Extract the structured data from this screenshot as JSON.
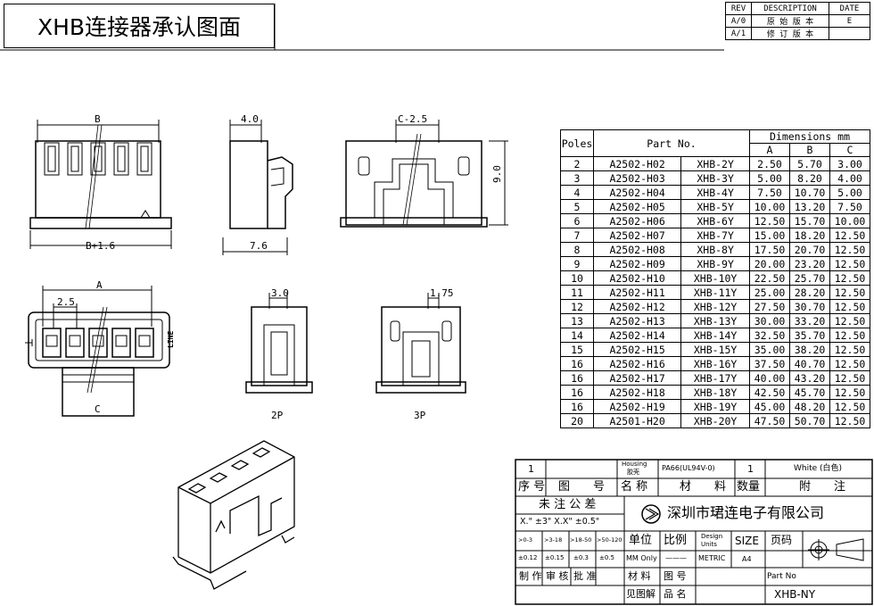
{
  "title": "XHB连接器承认图面",
  "revision": {
    "headers": [
      "REV",
      "DESCRIPTION",
      "DATE"
    ],
    "rows": [
      {
        "rev": "A/0",
        "desc": "原 始 版 本",
        "date": "E"
      },
      {
        "rev": "A/1",
        "desc": "修 订 版 本",
        "date": ""
      }
    ]
  },
  "views": {
    "front_top": "B",
    "front_bottom": "B+1.6",
    "side_top": "4.0",
    "side_bottom": "7.6",
    "end_top": "C-2.5",
    "end_right": "9.0",
    "plan_top": "A",
    "plan_pitch": "2.5",
    "plan_bottom": "C",
    "p2_dim": "3.0",
    "p2_label": "2P",
    "p3_dim": "1.75",
    "p3_label": "3P",
    "pin_mark": "LINE"
  },
  "dimensions": {
    "header_poles": "Poles",
    "header_part": "Part No.",
    "header_dims": "Dimensions mm",
    "cols": [
      "A",
      "B",
      "C"
    ],
    "rows": [
      [
        "2",
        "A2502-H02",
        "XHB-2Y",
        "2.50",
        "5.70",
        "3.00"
      ],
      [
        "3",
        "A2502-H03",
        "XHB-3Y",
        "5.00",
        "8.20",
        "4.00"
      ],
      [
        "4",
        "A2502-H04",
        "XHB-4Y",
        "7.50",
        "10.70",
        "5.00"
      ],
      [
        "5",
        "A2502-H05",
        "XHB-5Y",
        "10.00",
        "13.20",
        "7.50"
      ],
      [
        "6",
        "A2502-H06",
        "XHB-6Y",
        "12.50",
        "15.70",
        "10.00"
      ],
      [
        "7",
        "A2502-H07",
        "XHB-7Y",
        "15.00",
        "18.20",
        "12.50"
      ],
      [
        "8",
        "A2502-H08",
        "XHB-8Y",
        "17.50",
        "20.70",
        "12.50"
      ],
      [
        "9",
        "A2502-H09",
        "XHB-9Y",
        "20.00",
        "23.20",
        "12.50"
      ],
      [
        "10",
        "A2502-H10",
        "XHB-10Y",
        "22.50",
        "25.70",
        "12.50"
      ],
      [
        "11",
        "A2502-H11",
        "XHB-11Y",
        "25.00",
        "28.20",
        "12.50"
      ],
      [
        "12",
        "A2502-H12",
        "XHB-12Y",
        "27.50",
        "30.70",
        "12.50"
      ],
      [
        "13",
        "A2502-H13",
        "XHB-13Y",
        "30.00",
        "33.20",
        "12.50"
      ],
      [
        "14",
        "A2502-H14",
        "XHB-14Y",
        "32.50",
        "35.70",
        "12.50"
      ],
      [
        "15",
        "A2502-H15",
        "XHB-15Y",
        "35.00",
        "38.20",
        "12.50"
      ],
      [
        "16",
        "A2502-H16",
        "XHB-16Y",
        "37.50",
        "40.70",
        "12.50"
      ],
      [
        "16",
        "A2502-H17",
        "XHB-17Y",
        "40.00",
        "43.20",
        "12.50"
      ],
      [
        "16",
        "A2502-H18",
        "XHB-18Y",
        "42.50",
        "45.70",
        "12.50"
      ],
      [
        "16",
        "A2502-H19",
        "XHB-19Y",
        "45.00",
        "48.20",
        "12.50"
      ],
      [
        "20",
        "A2501-H20",
        "XHB-20Y",
        "47.50",
        "50.70",
        "12.50"
      ]
    ]
  },
  "title_block": {
    "item_no": "1",
    "housing_en": "Housing",
    "housing_cn": "胶壳",
    "material": "PA66(UL94V-0)",
    "qty": "1",
    "color": "White (白色)",
    "h_seq": "序 号",
    "h_drawing": "图　　号",
    "h_name": "名 称",
    "h_material": "材　　料",
    "h_qty": "数量",
    "h_note": "附　　注",
    "tol_title": "未 注 公 差",
    "tol_values": "X.\" ±3\" X.X\" ±0.5\"",
    "company": "深圳市珺连电子有限公司",
    "ranges": [
      ">0-3",
      ">3-18",
      ">18-50",
      ">50-120"
    ],
    "range_tols": [
      "±0.12",
      "±0.15",
      "±0.3",
      "±0.5"
    ],
    "unit_label": "单位",
    "scale_label": "比例",
    "design_units_1": "Design",
    "design_units_2": "Units",
    "size_label": "SIZE",
    "page_label": "页码",
    "unit_value": "MM Only",
    "scale_value": "———",
    "metric": "METRIC",
    "size_value": "A4",
    "made_by": "制 作",
    "check": "审 核",
    "approve": "批 准",
    "mat_label": "材 料",
    "drawing_no": "图 号",
    "partno_label": "Part No",
    "see_detail": "见图解",
    "product_name_label": "品 名",
    "part_no": "XHB-NY"
  },
  "colors": {
    "line": "#000000",
    "background": "#ffffff"
  }
}
